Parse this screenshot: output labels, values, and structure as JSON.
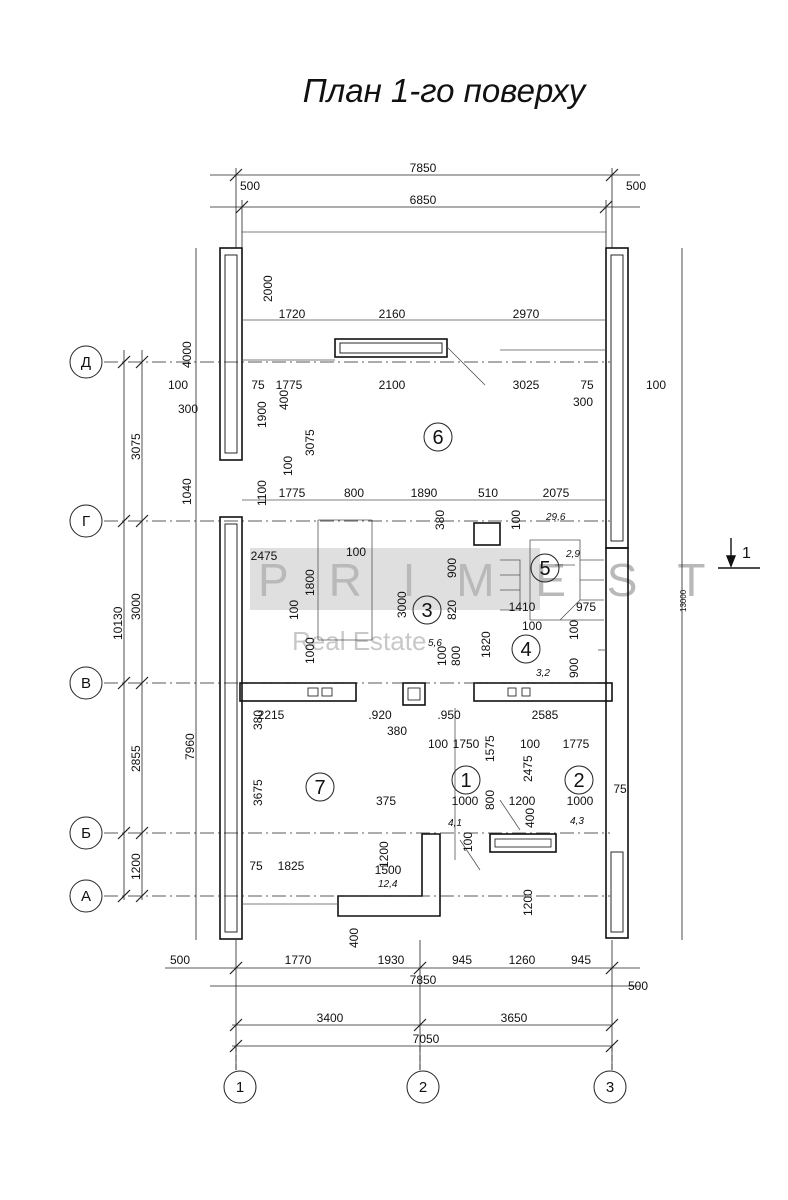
{
  "title": "План 1-го поверху",
  "section_mark": "1",
  "watermark": {
    "main": "P R I M E S T",
    "sub": "Real Estate"
  },
  "axes": {
    "rows": [
      "Д",
      "Г",
      "В",
      "Б",
      "А"
    ],
    "columns": [
      "1",
      "2",
      "3"
    ]
  },
  "rooms": [
    {
      "number": "6"
    },
    {
      "number": "3",
      "area": "5,6"
    },
    {
      "number": "5",
      "area": "2,9"
    },
    {
      "number": "4",
      "area": "3,2"
    },
    {
      "number": "7",
      "area": "12,4"
    },
    {
      "number": "1",
      "area": "4,1"
    },
    {
      "number": "2",
      "area": "4,3"
    },
    {
      "extra_area": "29,6"
    }
  ],
  "dimensions": {
    "top_overall": "7850",
    "top_left_offset": "500",
    "top_right_offset": "500",
    "top_inner": "6850",
    "terrace_depth": "2000",
    "row_1720": "1720",
    "row_2160": "2160",
    "row_2970": "2970",
    "left_4000": "4000",
    "r100a": "100",
    "r75a": "75",
    "r1775a": "1775",
    "r2100": "2100",
    "r3025": "3025",
    "r75b": "75",
    "r100b": "100",
    "r300a": "300",
    "r300b": "300",
    "v1900": "1900",
    "v400a": "400",
    "v3075a": "3075",
    "v100a": "100",
    "v1100": "1100",
    "v1040": "1040",
    "r1775b": "1775",
    "r800a": "800",
    "r1890": "1890",
    "r510": "510",
    "r2075": "2075",
    "v380a": "380",
    "v100b": "100",
    "v2475a": "2475",
    "v100deg": "100",
    "v1800": "1800",
    "v900a": "900",
    "v3000a": "3000",
    "v820": "820",
    "v100c": "100",
    "v1000a": "1000",
    "r1410": "1410",
    "r975": "975",
    "r100c": "100",
    "v100d": "100",
    "v1820": "1820",
    "v100e": "100",
    "v800b": "800",
    "v900b": "900",
    "r2215": "2215",
    "r920": ".920",
    "r950": ".950",
    "r2585": "2585",
    "v380b": "380",
    "r380c": "380",
    "r100f": "100",
    "r1750": "1750",
    "v1575": "1575",
    "r100g": "100",
    "r1775c": "1775",
    "v2475b": "2475",
    "v3675": "3675",
    "r375": "375",
    "r1000a": "1000",
    "v800c": "800",
    "r1200a": "1200",
    "r1000b": "1000",
    "v75r": "75",
    "v400b": "400",
    "v1200b": "1200",
    "v100h": "100",
    "r75c": "75",
    "r1825": "1825",
    "r1500": "1500",
    "v1200c": "1200",
    "v400c": "400",
    "b500l": "500",
    "b1770": "1770",
    "b1930": "1930",
    "b945a": "945",
    "b1260": "1260",
    "b945b": "945",
    "b7850": "7850",
    "b500r": "500",
    "b3400": "3400",
    "b3650": "3650",
    "b7050": "7050",
    "side_3075": "3075",
    "side_3000": "3000",
    "side_2855": "2855",
    "side_1200": "1200",
    "side_10130": "10130",
    "side_7960": "7960",
    "side_13000": "13000"
  }
}
